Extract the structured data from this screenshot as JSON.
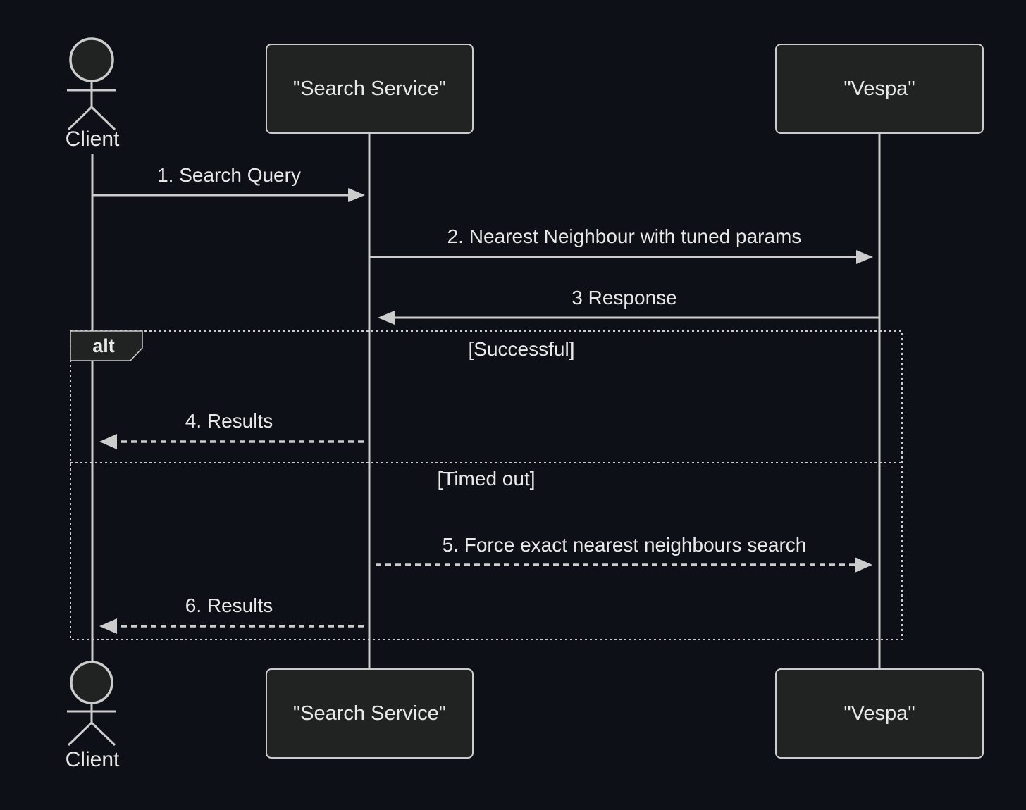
{
  "colors": {
    "bg": "#0d1016",
    "box_fill": "#212222",
    "stroke": "#cccccc",
    "text": "#e8e8e8"
  },
  "participants": {
    "client": {
      "label": "Client",
      "kind": "actor"
    },
    "search_service": {
      "label": "\"Search Service\"",
      "kind": "participant"
    },
    "vespa": {
      "label": "\"Vespa\"",
      "kind": "participant"
    }
  },
  "messages": {
    "m1": {
      "label": "1. Search Query",
      "from": "Client",
      "to": "Search Service",
      "line": "solid"
    },
    "m2": {
      "label": "2. Nearest Neighbour with tuned params",
      "from": "Search Service",
      "to": "Vespa",
      "line": "solid"
    },
    "m3": {
      "label": "3 Response",
      "from": "Vespa",
      "to": "Search Service",
      "line": "solid"
    },
    "m4": {
      "label": "4. Results",
      "from": "Search Service",
      "to": "Client",
      "line": "dashed"
    },
    "m5": {
      "label": "5. Force exact nearest neighbours search",
      "from": "Search Service",
      "to": "Vespa",
      "line": "dashed"
    },
    "m6": {
      "label": "6. Results",
      "from": "Search Service",
      "to": "Client",
      "line": "dashed"
    }
  },
  "alt_frame": {
    "keyword": "alt",
    "sections": {
      "success": {
        "condition": "[Successful]"
      },
      "timeout": {
        "condition": "[Timed out]"
      }
    }
  }
}
